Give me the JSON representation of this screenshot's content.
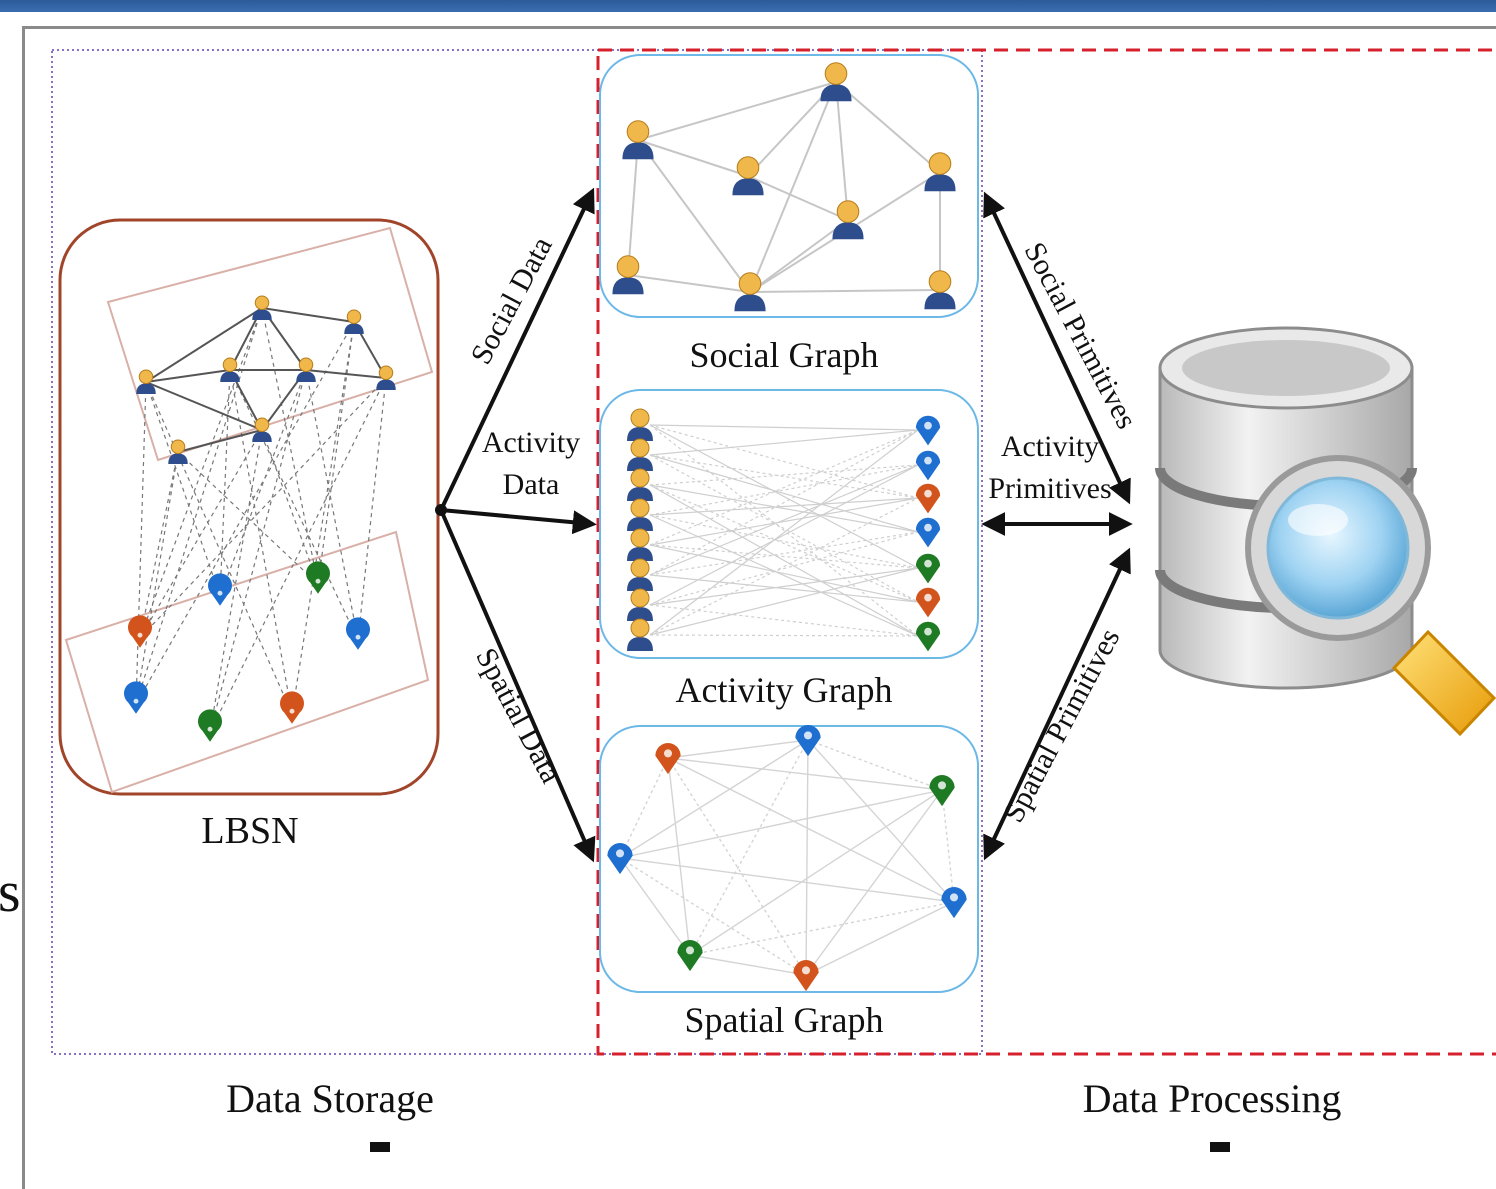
{
  "labels": {
    "lbsn": "LBSN",
    "social_graph": "Social Graph",
    "activity_graph": "Activity Graph",
    "spatial_graph": "Spatial Graph",
    "social_data": "Social Data",
    "activity_data_line1": "Activity",
    "activity_data_line2": "Data",
    "spatial_data": "Spatial Data",
    "social_primitives": "Social Primitives",
    "activity_primitives_line1": "Activity",
    "activity_primitives_line2": "Primitives",
    "spatial_primitives": "Spatial Primitives",
    "data_storage": "Data Storage",
    "data_processing": "Data Processing",
    "side_glyph": "s"
  },
  "colors": {
    "top_bar": "#2c5b9a",
    "storage_border": "#8a6fc4",
    "processing_border": "#d6202c",
    "graph_panel_border": "#6cb8e6",
    "lbsn_border": "#a0452a",
    "pin_blue": "#1e6fd0",
    "pin_orange": "#d2541c",
    "pin_green": "#1f7a24",
    "user_skin": "#f0b84a",
    "user_body": "#2d4d8c",
    "magnifier_handle": "#f2b418"
  },
  "icons": {
    "user": "user-icon",
    "pin": "location-pin-icon",
    "database": "database-icon",
    "magnifier": "magnifier-icon"
  }
}
